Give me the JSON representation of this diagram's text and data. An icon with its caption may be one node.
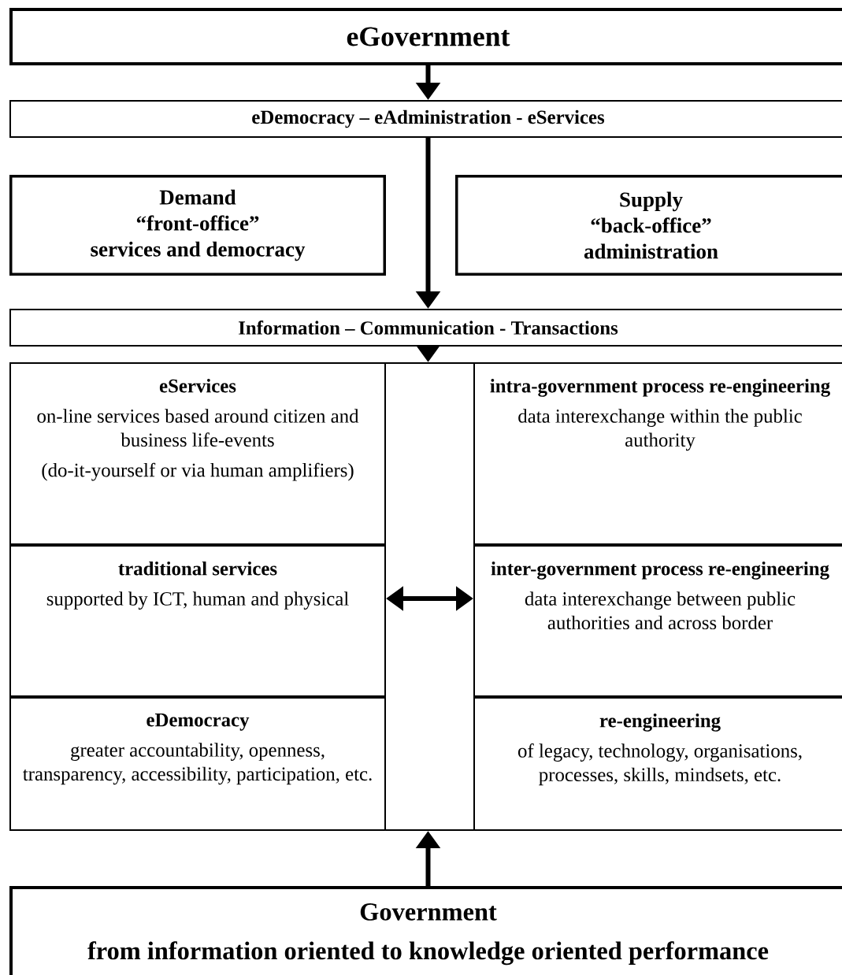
{
  "diagram": {
    "nodes": [
      {
        "text": [
          "eGovernment"
        ]
      },
      {
        "text": [
          "eDemocracy – eAdministration - eServices"
        ]
      },
      {
        "text": [
          "Demand",
          "“front-office”",
          "services and democracy"
        ]
      },
      {
        "text": [
          "Supply",
          "“back-office”",
          "administration"
        ]
      },
      {
        "text": [
          "Information – Communication - Transactions"
        ]
      },
      {
        "text": [],
        "shape": "box"
      },
      {
        "text": [
          "eServices",
          "on-line services based around citizen and business life-events",
          "(do-it-yourself or via human amplifiers)"
        ],
        "in": 5
      },
      {
        "text": [
          "intra-government process re-engineering",
          "data interexchange within the public authority"
        ],
        "in": 5
      },
      {
        "text": [
          "traditional services",
          "supported by ICT, human and physical"
        ],
        "in": 5
      },
      {
        "text": [
          "inter-government process re-engineering",
          "data interexchange between public authorities and across border"
        ],
        "in": 5
      },
      {
        "text": [
          "eDemocracy",
          "greater accountability, openness, transparency, accessibility, participation, etc."
        ],
        "in": 5
      },
      {
        "text": [
          "re-engineering",
          "of legacy, technology, organisations, processes, skills, mindsets, etc."
        ],
        "in": 5
      },
      {
        "text": [
          "Government",
          "from information oriented to knowledge oriented performance"
        ]
      }
    ],
    "edges": [
      {
        "from": 0,
        "to": 1,
        "arrow": "to"
      },
      {
        "from": 1,
        "to": 4,
        "arrow": "to"
      },
      {
        "from": 4,
        "to": 5,
        "arrow": "to"
      },
      {
        "from": 12,
        "to": 5,
        "arrow": "to"
      },
      {
        "from": 8,
        "to": 9,
        "arrow": "both"
      }
    ]
  }
}
